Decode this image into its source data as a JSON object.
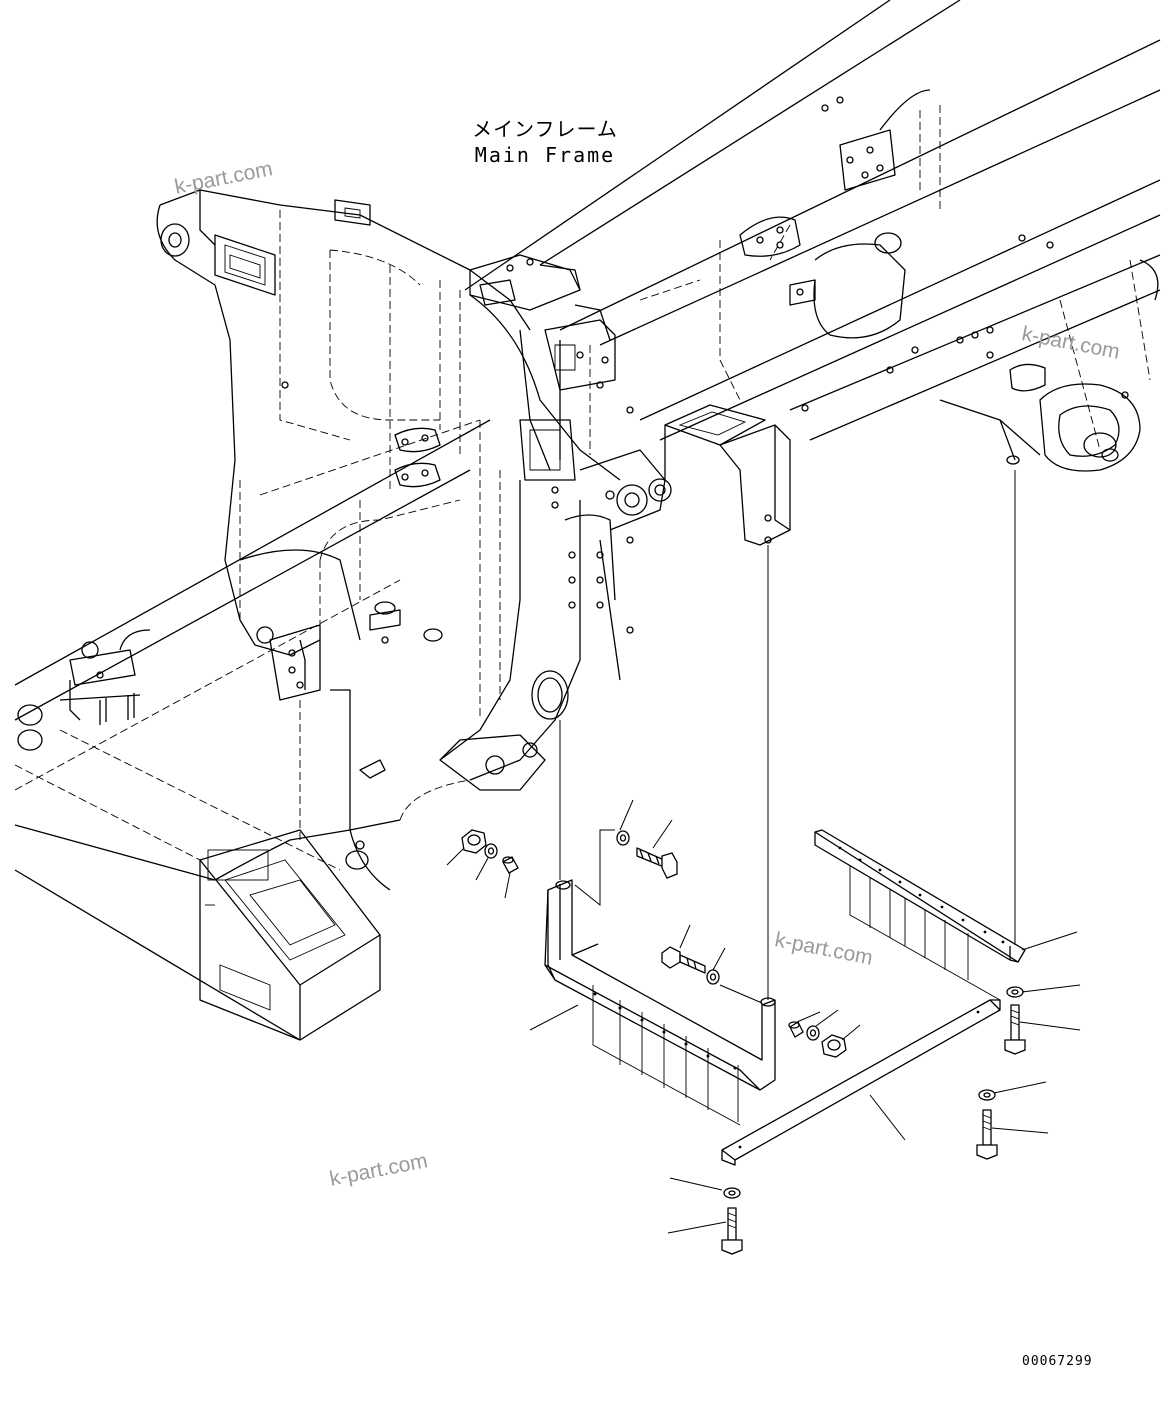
{
  "frame_label": {
    "japanese": "メインフレーム",
    "english": "Main Frame"
  },
  "watermarks": [
    "k-part.com",
    "k-part.com",
    "k-part.com",
    "k-part.com"
  ],
  "document_number": "00067299"
}
